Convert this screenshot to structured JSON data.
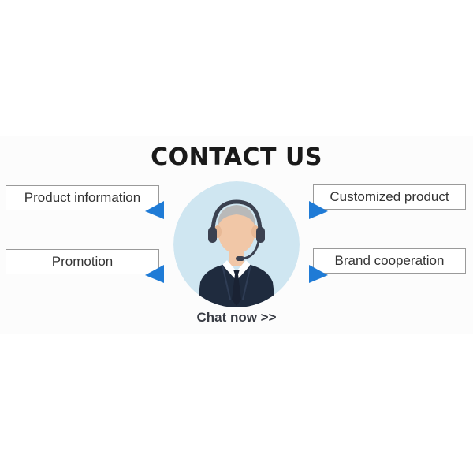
{
  "heading": "CONTACT US",
  "options": [
    {
      "label": "Product information"
    },
    {
      "label": "Customized product"
    },
    {
      "label": "Promotion"
    },
    {
      "label": "Brand cooperation"
    }
  ],
  "chat": {
    "label": "Chat now >>"
  },
  "colors": {
    "accent_blue": "#1f7bd6",
    "avatar_bg": "#cfe6f1",
    "suit": "#1f2b3e"
  },
  "icons": {
    "avatar": "customer-service-agent-icon",
    "pointer": "blue-triangle-pointer-icon"
  }
}
